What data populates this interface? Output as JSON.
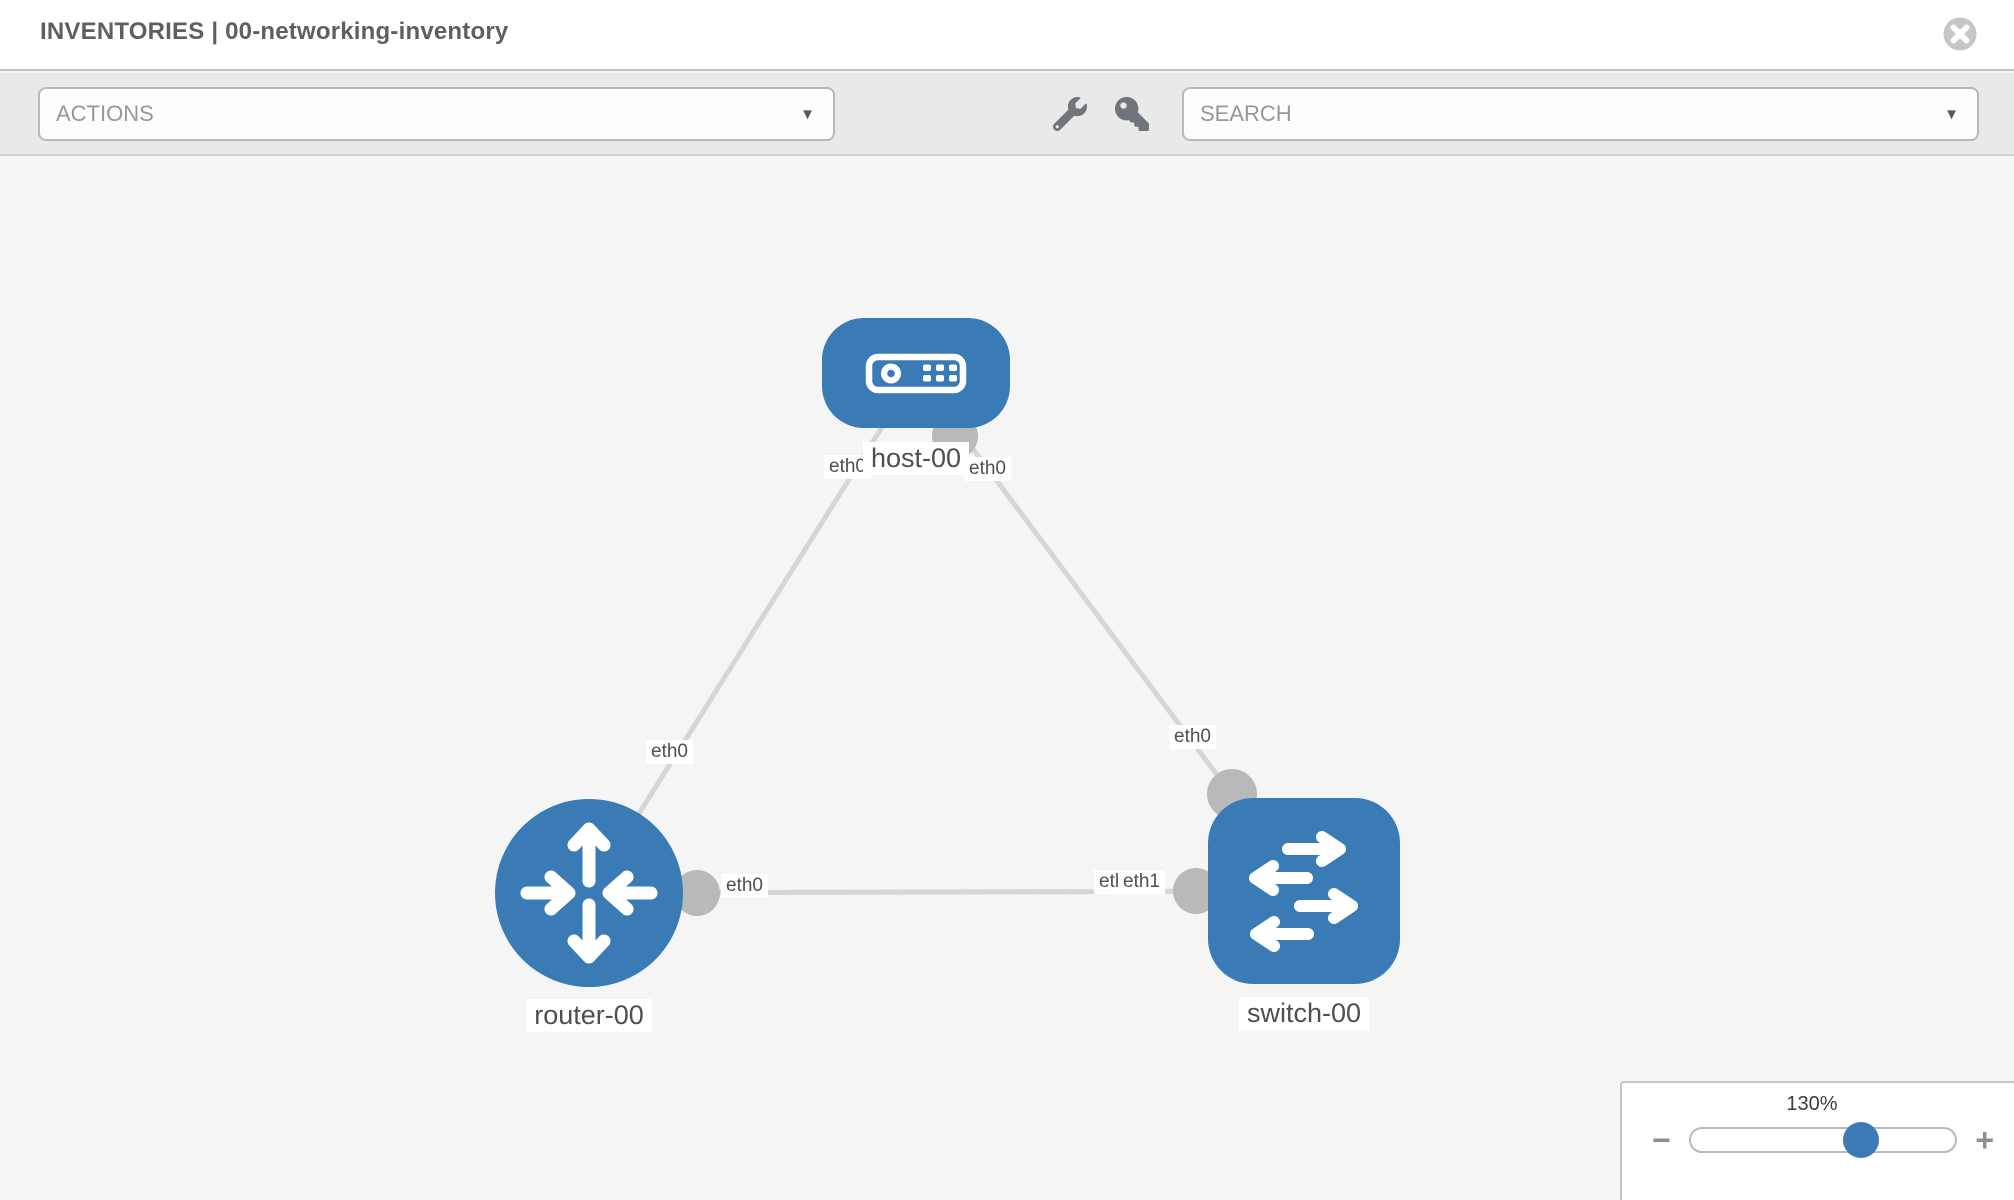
{
  "header": {
    "title": "INVENTORIES | 00-networking-inventory"
  },
  "toolbar": {
    "actions_label": "ACTIONS",
    "search_placeholder": "SEARCH"
  },
  "topology": {
    "nodes": [
      {
        "label": "host-00",
        "type": "host",
        "icon": "server-icon"
      },
      {
        "label": "router-00",
        "type": "router",
        "icon": "router-arrows-icon"
      },
      {
        "label": "switch-00",
        "type": "switch",
        "icon": "switch-arrows-icon"
      }
    ],
    "links": [
      {
        "from": "host-00",
        "to": "router-00"
      },
      {
        "from": "host-00",
        "to": "switch-00"
      },
      {
        "from": "router-00",
        "to": "switch-00"
      }
    ],
    "interface_labels": {
      "host_left": "eth0",
      "host_right": "eth0",
      "host_router_link": "eth0",
      "switch_top": "eth0",
      "router_right": "eth0",
      "switch_left_back": "eth0",
      "switch_left_front": "eth1"
    }
  },
  "zoom_control": {
    "level": "130%",
    "minus_label": "−",
    "plus_label": "+"
  },
  "colors": {
    "node_blue": "#3a7ab5",
    "link_gray": "#d6d6d6",
    "connector_gray": "#b9b9b9",
    "accent_blue": "#3a7ab5"
  }
}
